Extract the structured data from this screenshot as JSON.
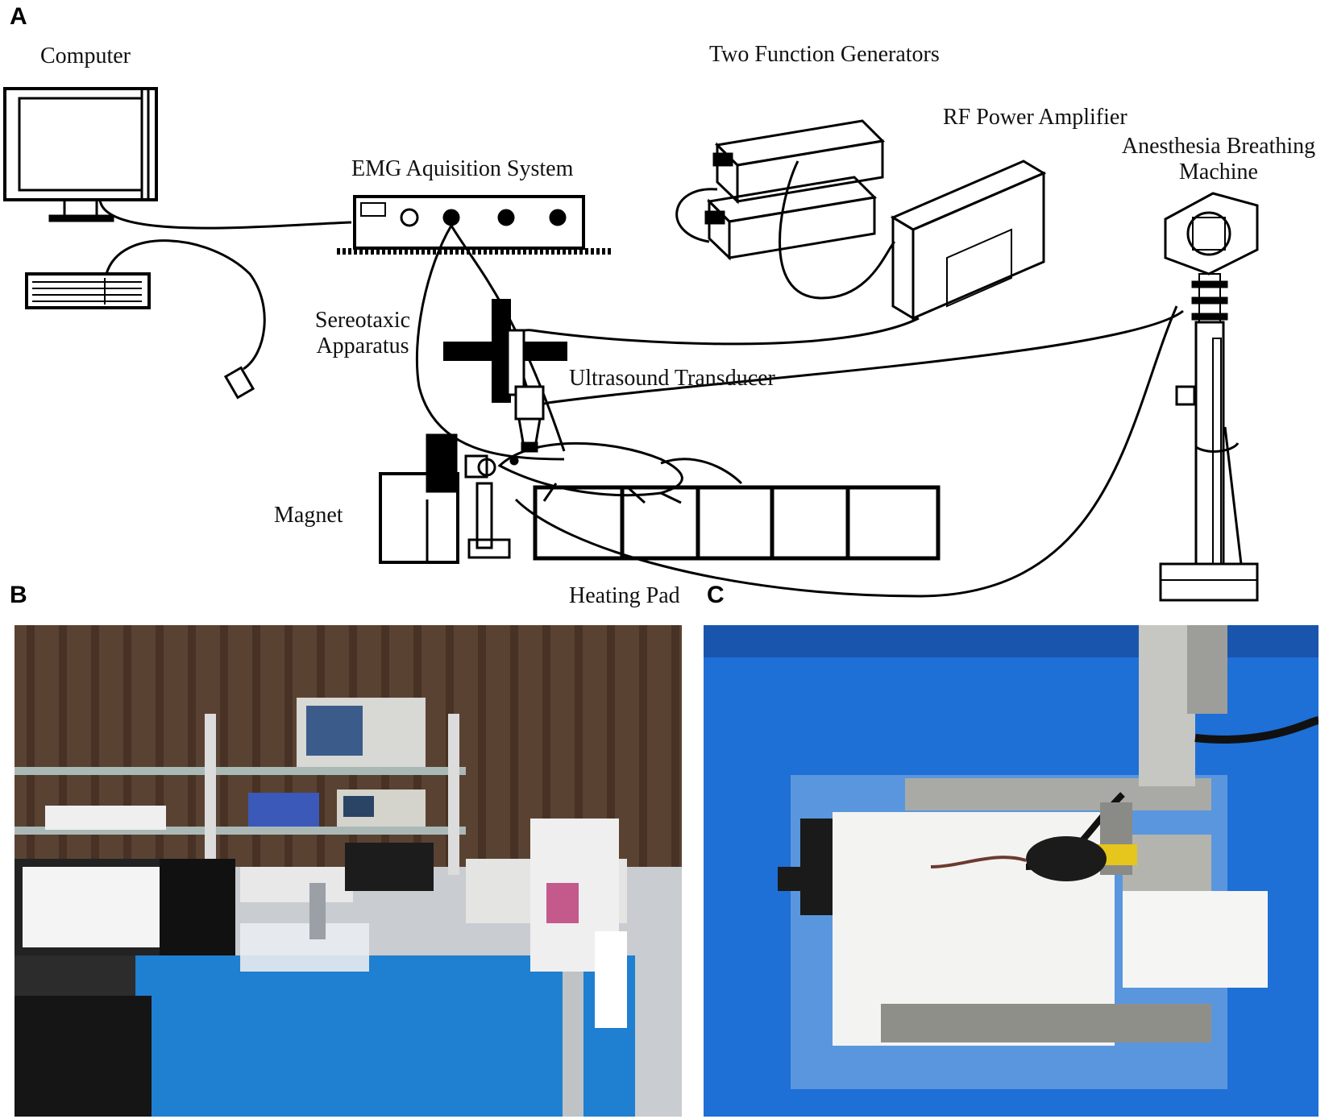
{
  "panels": {
    "a": "A",
    "b": "B",
    "c": "C"
  },
  "labels": {
    "computer": "Computer",
    "emg": "EMG Aquisition System",
    "generators": "Two Function  Generators",
    "amplifier": "RF Power Amplifier",
    "anesthesia_line1": "Anesthesia Breathing",
    "anesthesia_line2": "Machine",
    "stereotaxic_line1": "Sereotaxic",
    "stereotaxic_line2": "Apparatus",
    "transducer": "Ultrasound Transducer",
    "magnet": "Magnet",
    "heating_pad": "Heating Pad"
  },
  "colors": {
    "line": "#000000",
    "curtain": "#5a4232",
    "table_blue": "#1f7fd0",
    "mat_blue": "#1e6fd6"
  }
}
